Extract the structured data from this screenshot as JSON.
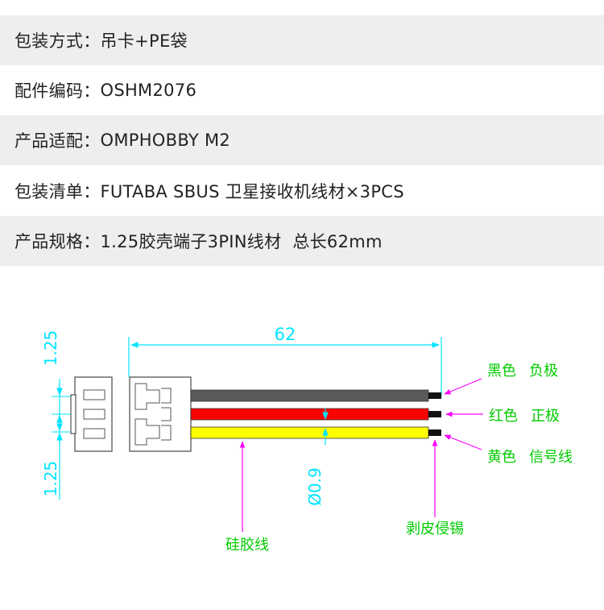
{
  "specs": [
    {
      "label": "包装方式：",
      "value": "吊卡+PE袋"
    },
    {
      "label": "配件编码：",
      "value": "OSHM2076"
    },
    {
      "label": "产品适配：",
      "value": "OMPHOBBY M2"
    },
    {
      "label": "包装清单：",
      "value": "FUTABA SBUS 卫星接收机线材×3PCS"
    },
    {
      "label": "产品规格：",
      "value": "1.25胶壳端子3PIN线材  总长62mm"
    }
  ],
  "diagram": {
    "dimension_length": "62",
    "pitch_top": "1.25",
    "pitch_bottom": "1.25",
    "wire_diameter": "Ø0.9",
    "wires": [
      {
        "color_label": "黑色",
        "role_label": "负极",
        "color": "#595959"
      },
      {
        "color_label": "红色",
        "role_label": "正极",
        "color": "#ff0000"
      },
      {
        "color_label": "黄色",
        "role_label": "信号线",
        "color": "#ffff00"
      }
    ],
    "callout_silicone": "硅胶线",
    "callout_strip": "剥皮侵锡",
    "colors": {
      "dimension": "#00e5ff",
      "callout": "#00cc00",
      "arrow": "#ff00ff"
    }
  }
}
